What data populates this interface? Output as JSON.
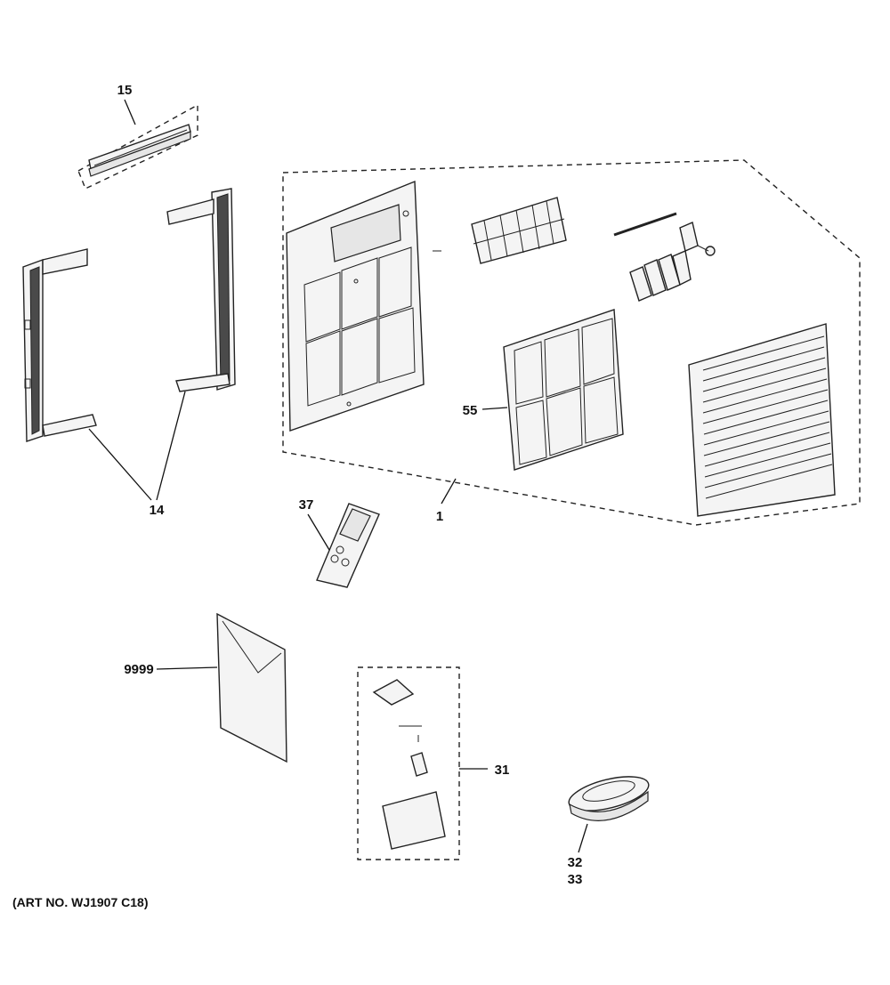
{
  "labels": {
    "p15": "15",
    "p14": "14",
    "p1": "1",
    "p55": "55",
    "p37": "37",
    "p9999": "9999",
    "p31": "31",
    "p32": "32",
    "p33": "33"
  },
  "footer": {
    "art_no": "(ART NO. WJ1907 C18)"
  },
  "colors": {
    "line": "#222222",
    "background": "#ffffff"
  }
}
